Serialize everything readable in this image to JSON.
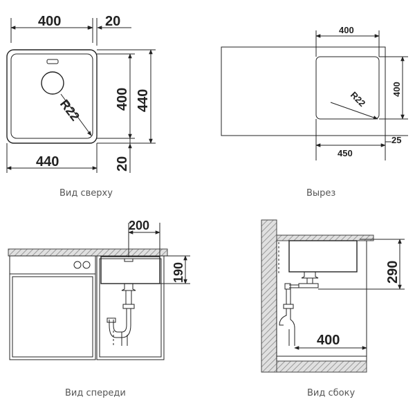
{
  "views": {
    "top": {
      "caption": "Вид сверху",
      "dim_width_inner": "400",
      "dim_flange": "20",
      "dim_height_inner": "400",
      "dim_height_outer": "440",
      "dim_width_outer": "440",
      "dim_flange_bottom": "20",
      "radius": "R22"
    },
    "cutout": {
      "caption": "Вырез",
      "dim_width": "400",
      "dim_height": "400",
      "radius": "R22",
      "dim_offset": "450",
      "dim_edge": "25"
    },
    "front": {
      "caption": "Вид спереди",
      "dim_width": "200",
      "dim_depth": "190"
    },
    "side": {
      "caption": "Вид сбоку",
      "dim_height": "290",
      "dim_depth": "400"
    }
  }
}
